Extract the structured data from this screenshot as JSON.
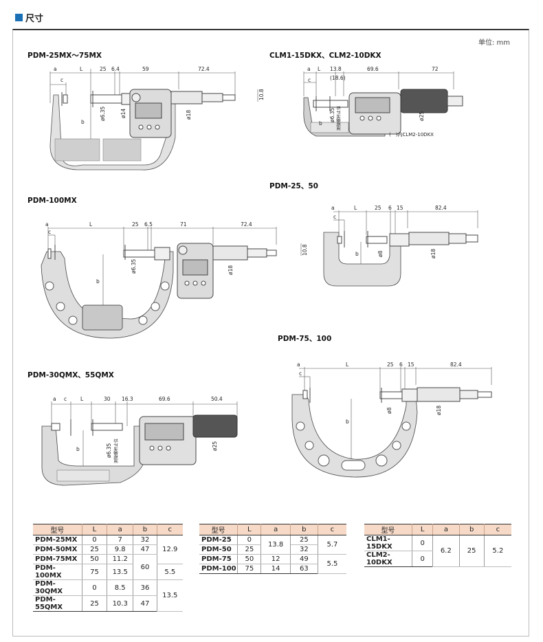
{
  "header": {
    "title": "尺寸",
    "unit": "单位: mm"
  },
  "sections": {
    "pdm25mx": "PDM-25MX～75MX",
    "clm": "CLM1-15DKX、CLM2-10DKX",
    "pdm100mx": "PDM-100MX",
    "pdm25_50": "PDM-25、50",
    "pdm75_100": "PDM-75、100",
    "pdm30qmx": "PDM-30QMX、55QMX"
  },
  "dims": {
    "d1": {
      "a": "a",
      "c": "c",
      "L": "L",
      "b": "b",
      "d25": "25",
      "d64": "6.4",
      "d59": "59",
      "d724": "72.4",
      "d108": "10.8",
      "dia635": "ø6.35",
      "dia14": "ø14",
      "dia18": "ø18"
    },
    "d2": {
      "a": "a",
      "c": "c",
      "L": "L",
      "b": "b",
      "d138": "13.8",
      "d186": "(18.6)",
      "d696": "69.6",
      "d72": "72",
      "dia635": "ø6.35",
      "note": "测微螺杆止位",
      "dia25": "ø25",
      "clm2note": "(　)内CLM2-10DKX"
    },
    "d3": {
      "a": "a",
      "c": "c",
      "L": "L",
      "b": "b",
      "d25": "25",
      "d65": "6.5",
      "d71": "71",
      "d724": "72.4",
      "d108": "10.8",
      "dia635": "ø6.35",
      "dia18": "ø18"
    },
    "d4": {
      "a": "a",
      "c": "c",
      "L": "L",
      "b": "b",
      "d25": "25",
      "d6": "6",
      "d15": "15",
      "d824": "82.4",
      "dia8": "ø8",
      "dia18": "ø18"
    },
    "d5": {
      "a": "a",
      "c": "c",
      "L": "L",
      "b": "b",
      "d25": "25",
      "d6": "6",
      "d15": "15",
      "d824": "82.4",
      "dia8": "ø8",
      "dia18": "ø18"
    },
    "d6": {
      "a": "a",
      "c": "c",
      "L": "L",
      "b": "b",
      "d30": "30",
      "d163": "16.3",
      "d696": "69.6",
      "d504": "50.4",
      "dia635": "ø6.35",
      "note": "测微螺杆止位",
      "dia25": "ø25"
    }
  },
  "tables": {
    "t1": {
      "headers": [
        "型号",
        "L",
        "a",
        "b",
        "c"
      ],
      "rows": [
        [
          "PDM-25MX",
          "0",
          "7",
          "32",
          "12.9"
        ],
        [
          "PDM-50MX",
          "25",
          "9.8",
          "47",
          ""
        ],
        [
          "PDM-75MX",
          "50",
          "11.2",
          "60",
          ""
        ],
        [
          "PDM-100MX",
          "75",
          "13.5",
          "",
          "5.5"
        ],
        [
          "PDM-30QMX",
          "0",
          "8.5",
          "36",
          "13.5"
        ],
        [
          "PDM-55QMX",
          "25",
          "10.3",
          "47",
          ""
        ]
      ]
    },
    "t2": {
      "headers": [
        "型号",
        "L",
        "a",
        "b",
        "c"
      ],
      "rows": [
        [
          "PDM-25",
          "0",
          "13.8",
          "25",
          "5.7"
        ],
        [
          "PDM-50",
          "25",
          "",
          "32",
          ""
        ],
        [
          "PDM-75",
          "50",
          "12",
          "49",
          "5.5"
        ],
        [
          "PDM-100",
          "75",
          "14",
          "63",
          ""
        ]
      ]
    },
    "t3": {
      "headers": [
        "型号",
        "L",
        "a",
        "b",
        "c"
      ],
      "rows": [
        [
          "CLM1-15DKX",
          "0",
          "6.2",
          "25",
          "5.2"
        ],
        [
          "CLM2-10DKX",
          "0",
          "",
          "",
          ""
        ]
      ]
    }
  },
  "colors": {
    "accent": "#1a6fb5",
    "table_header": "#f6d9c7",
    "frame_gray": "#d9d9d9"
  }
}
